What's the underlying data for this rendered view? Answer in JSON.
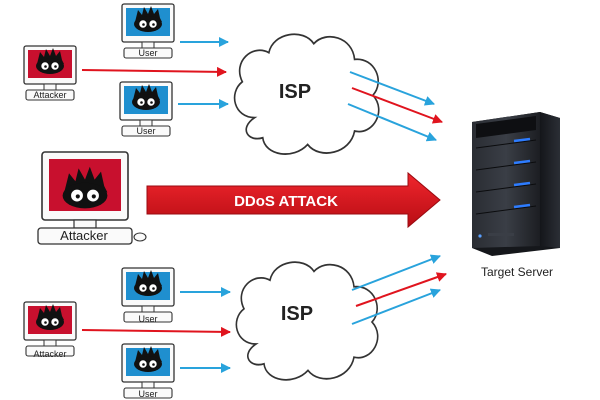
{
  "labels": {
    "user": "User",
    "attacker": "Attacker",
    "isp": "ISP",
    "attack": "DDoS ATTACK",
    "server": "Target Server"
  },
  "colors": {
    "attack_red": "#e0141e",
    "user_blue": "#29a3dc",
    "attacker_screen": "#c8102e",
    "user_screen": "#1f8fcf",
    "server_led": "#2d7cff"
  },
  "icons": [
    "attacker-computer-icon",
    "user-computer-icon",
    "cloud-icon",
    "server-icon"
  ]
}
